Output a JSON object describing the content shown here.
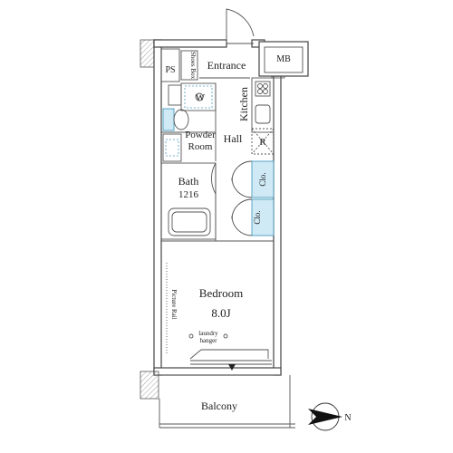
{
  "rooms": {
    "entrance": "Entrance",
    "mb": "MB",
    "ps": "PS",
    "shoes_box": "Shoes Box",
    "kitchen": "Kitchen",
    "w": "W",
    "powder_line1": "Powder",
    "powder_line2": "Room",
    "hall": "Hall",
    "r": "R",
    "bath": "Bath",
    "bath_size": "1216",
    "clo_upper": "Clo.",
    "clo_lower": "Clo.",
    "bedroom": "Bedroom",
    "bedroom_size": "8.0J",
    "picture_rail": "Picture Rail",
    "laundry_line1": "laundry",
    "laundry_line2": "hanger",
    "balcony": "Balcony"
  },
  "compass": {
    "north": "N"
  },
  "colors": {
    "closet_fill": "#cfe9f5",
    "closet_stroke": "#4a9cc0",
    "wall": "#444444"
  }
}
